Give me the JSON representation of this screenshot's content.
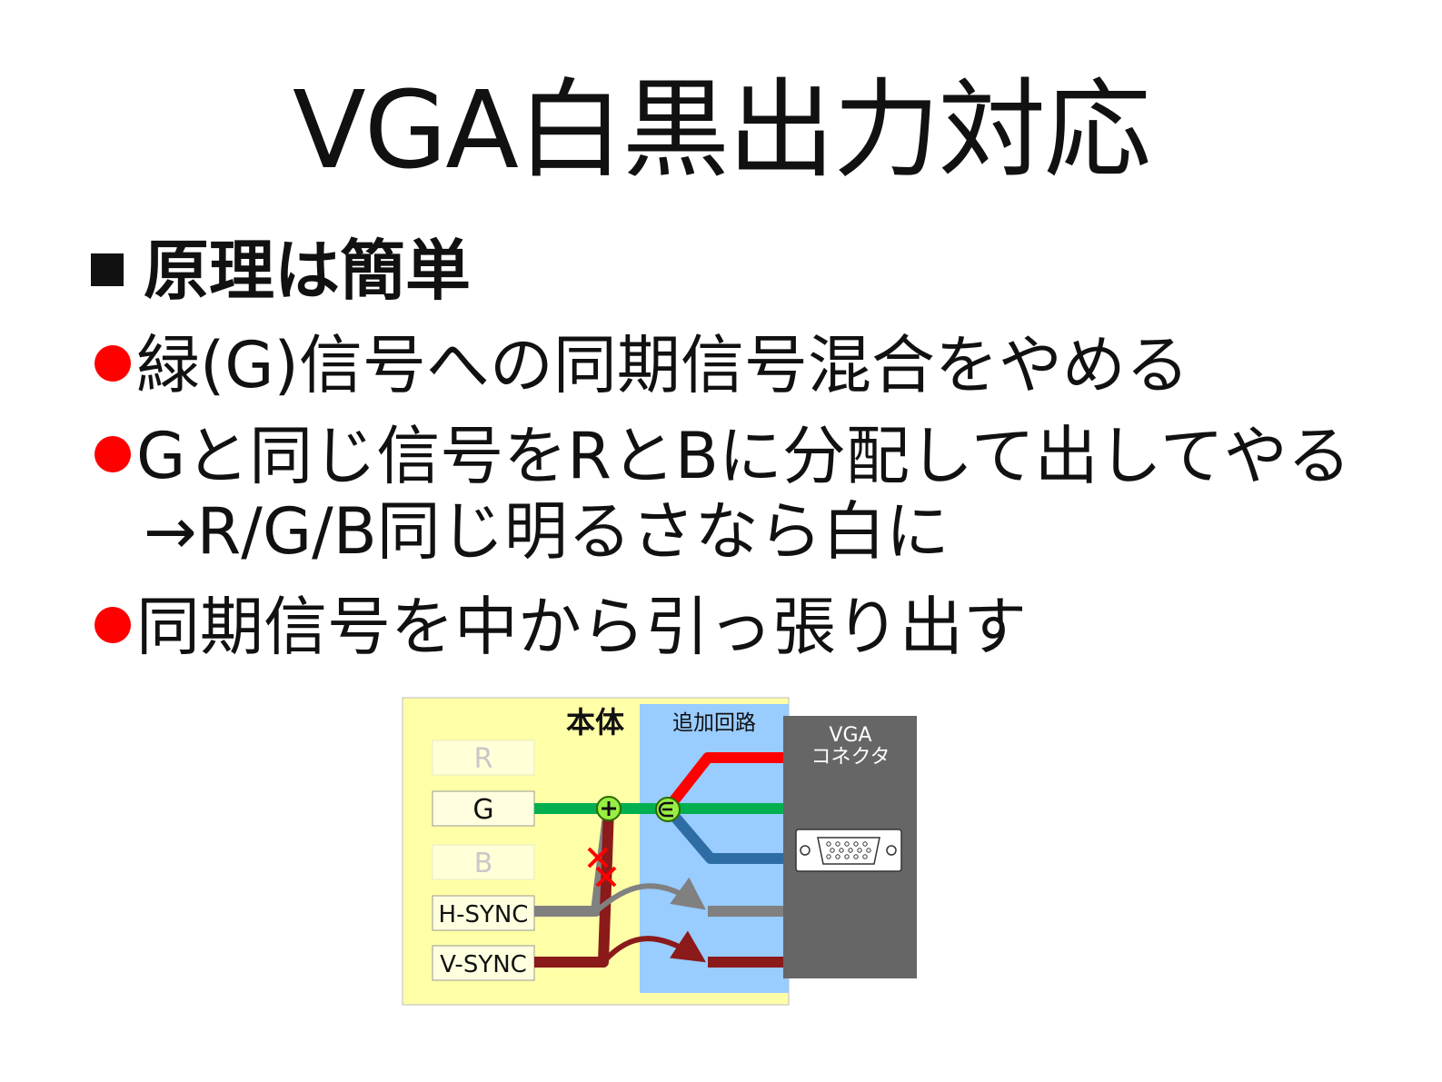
{
  "title": "VGA白黒出力対応",
  "heading": "原理は簡単",
  "bullets": [
    "緑(G)信号への同期信号混合をやめる",
    "Gと同じ信号をRとBに分配して出してやる",
    "同期信号を中から引っ張り出す"
  ],
  "sub_line": "→R/G/B同じ明るさなら白に",
  "diagram": {
    "body_label": "本体",
    "added_label": "追加回路",
    "connector_label_line1": "VGA",
    "connector_label_line2": "コネクタ",
    "signals": [
      "R",
      "G",
      "B",
      "H-SYNC",
      "V-SYNC"
    ],
    "colors": {
      "body_bg": "#ffffa8",
      "added_bg": "#99ccff",
      "connector_bg": "#666666",
      "red": "#ff0000",
      "green": "#00b050",
      "blue": "#2e6da4",
      "gray": "#808080",
      "darkred": "#8b1a1a"
    }
  }
}
